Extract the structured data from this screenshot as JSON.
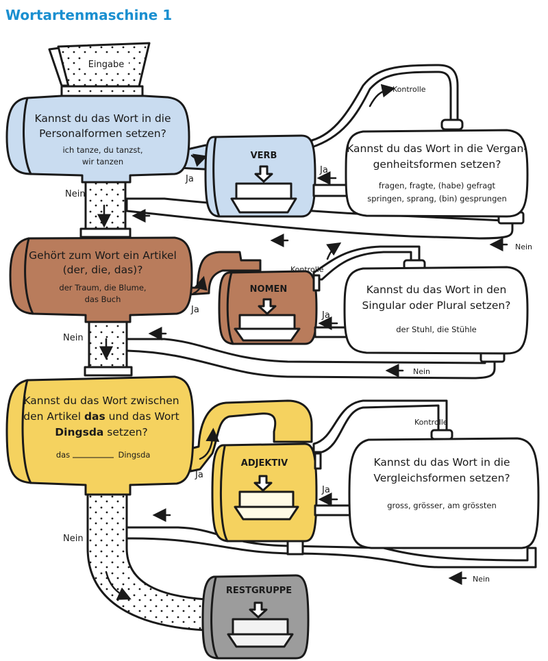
{
  "title": "Wortartenmaschine 1",
  "colors": {
    "title": "#1a8fd0",
    "verb": "#c9dcf0",
    "nomen": "#b97c5c",
    "adjektiv": "#f5d25f",
    "restgruppe": "#9c9c9c",
    "outline": "#1a1a1a"
  },
  "input": {
    "label": "Eingabe"
  },
  "stage1": {
    "question": [
      "Kannst du das Wort in die",
      "Personalformen setzen?"
    ],
    "examples": [
      "ich tanze, du tanzst,",
      "wir tanzen"
    ],
    "yes": "Ja",
    "no": "Nein",
    "category": "VERB",
    "check": {
      "question": [
        "Kannst du das Wort in die Vergan-",
        "genheitsformen setzen?"
      ],
      "examples": [
        "fragen, fragte, (habe) gefragt",
        "springen, sprang, (bin) gesprungen"
      ],
      "control": "Kontrolle",
      "yes": "Ja",
      "no": "Nein"
    }
  },
  "stage2": {
    "question": [
      "Gehört zum Wort ein Artikel",
      "(der, die, das)?"
    ],
    "examples": [
      "der Traum, die Blume,",
      "das Buch"
    ],
    "yes": "Ja",
    "no": "Nein",
    "category": "NOMEN",
    "check": {
      "question": [
        "Kannst du das Wort in den",
        "Singular oder Plural setzen?"
      ],
      "examples": [
        "der Stuhl, die Stühle"
      ],
      "control": "Kontrolle",
      "yes": "Ja",
      "no": "Nein"
    }
  },
  "stage3": {
    "question_parts": [
      "Kannst du das Wort zwischen",
      "den Artikel ",
      "das",
      " und das Wort",
      "Dingsda",
      " setzen?"
    ],
    "examples": [
      "das",
      "Dingsda"
    ],
    "yes": "Ja",
    "no": "Nein",
    "category": "ADJEKTIV",
    "check": {
      "question": [
        "Kannst du das Wort in die",
        "Vergleichsformen setzen?"
      ],
      "examples": [
        "gross, grösser, am grössten"
      ],
      "control": "Kontrolle",
      "yes": "Ja",
      "no": "Nein"
    }
  },
  "rest": {
    "category": "RESTGRUPPE"
  }
}
